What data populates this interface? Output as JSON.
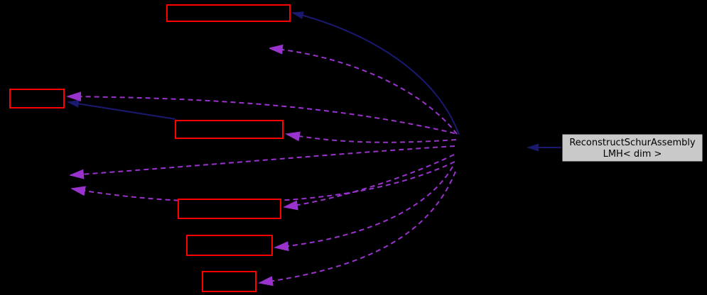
{
  "graph": {
    "kind": "collaboration-graph",
    "current_node": {
      "label_line1": "ReconstructSchurAssembly",
      "label_line2": "LMH< dim >"
    },
    "red_nodes": [
      {
        "id": "top",
        "label": ""
      },
      {
        "id": "left",
        "label": ""
      },
      {
        "id": "middle",
        "label": ""
      },
      {
        "id": "lower-middle",
        "label": ""
      },
      {
        "id": "bottom-1",
        "label": ""
      },
      {
        "id": "bottom-2",
        "label": ""
      }
    ],
    "colors": {
      "background": "#000000",
      "node_border": "#ff0000",
      "node_fill": "#000000",
      "current_node_bg": "#c9c9c9",
      "current_node_border": "#000000",
      "current_node_text": "#000000",
      "solid_edge": "#191970",
      "dashed_edge": "#9a32cd"
    }
  }
}
